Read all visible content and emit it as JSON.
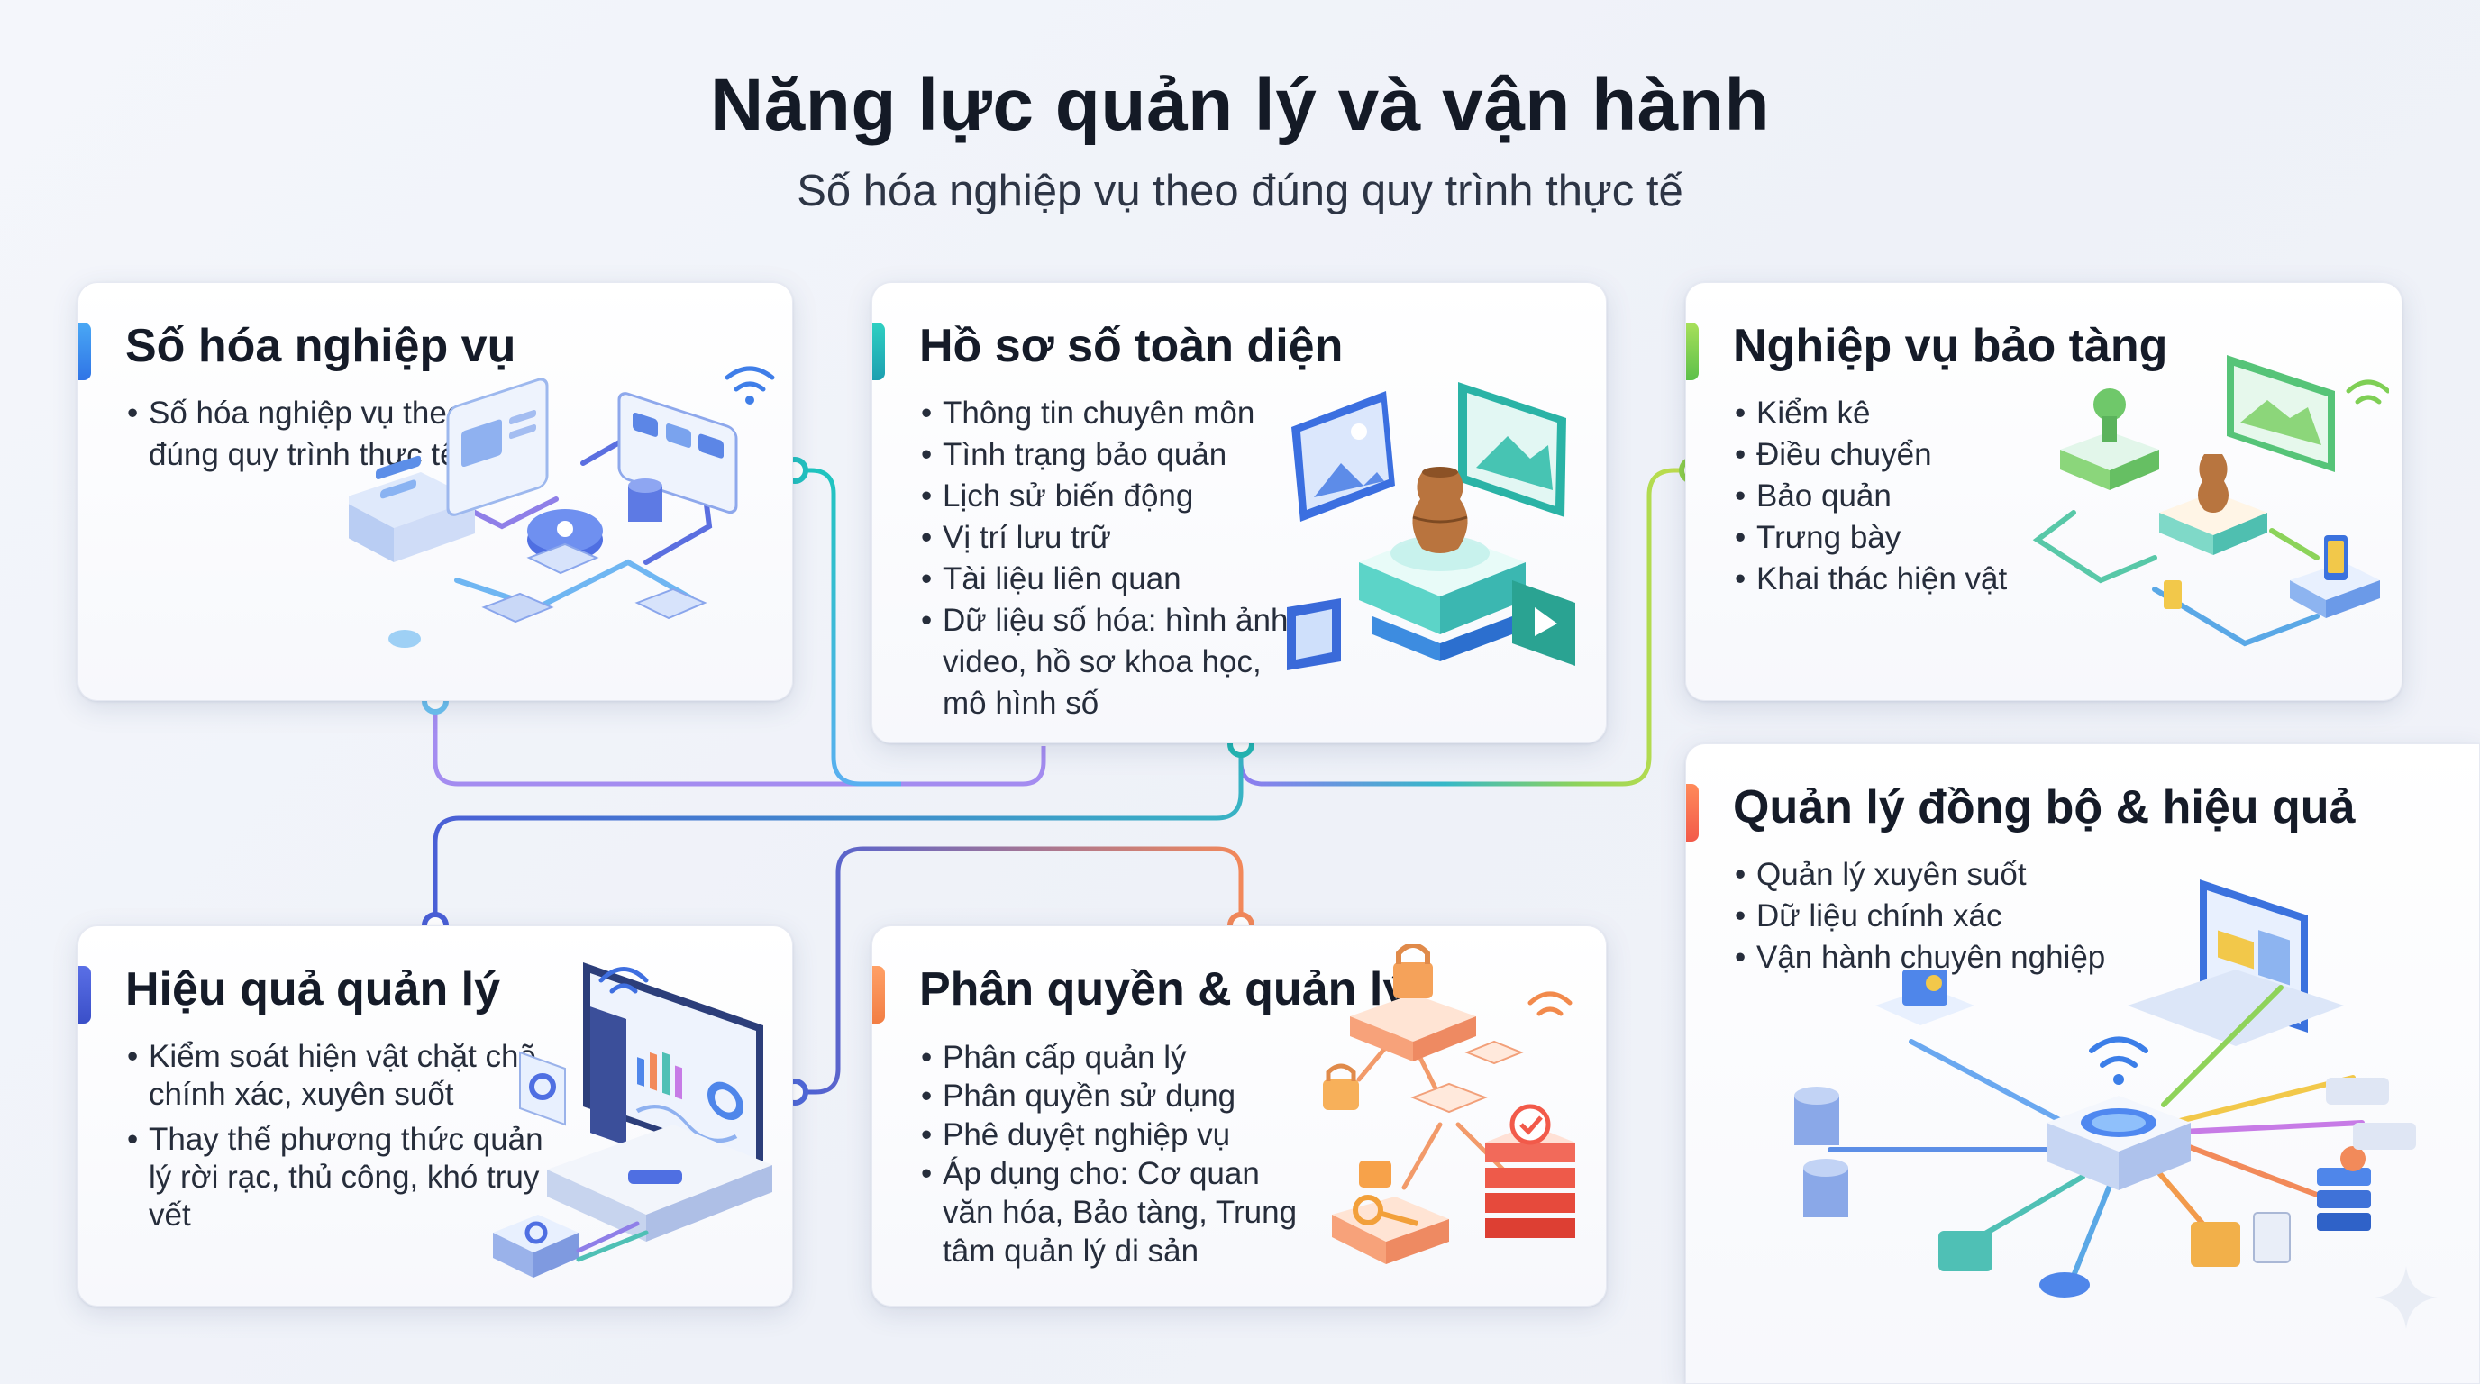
{
  "header": {
    "title": "Năng lực quản lý và vận hành",
    "subtitle": "Số hóa nghiệp vụ theo đúng quy trình thực tế"
  },
  "colors": {
    "blue": "#3b8bf0",
    "teal": "#21b7b3",
    "green": "#86d14a",
    "indigo": "#4a5fd6",
    "orange": "#f28a4c",
    "coral": "#f56f52"
  },
  "cards": {
    "digitize": {
      "title": "Số hóa nghiệp vụ",
      "items": [
        "Số hóa nghiệp vụ theo đúng quy trình thực tế"
      ],
      "icon": "workflow-illustration"
    },
    "records": {
      "title": "Hồ sơ số toàn diện",
      "items": [
        "Thông tin chuyên môn",
        "Tình trạng bảo quản",
        "Lịch sử biến động",
        "Vị trí lưu trữ",
        "Tài liệu liên quan",
        "Dữ liệu số hóa: hình ảnh, video, hồ sơ khoa học, mô hình số"
      ],
      "icon": "artifact-media-illustration"
    },
    "museum": {
      "title": "Nghiệp vụ bảo tàng",
      "items": [
        "Kiểm kê",
        "Điều chuyển",
        "Bảo quản",
        "Trưng bày",
        "Khai thác hiện vật"
      ],
      "icon": "museum-flow-illustration"
    },
    "sync": {
      "title": "Quản lý đồng bộ & hiệu quả",
      "items": [
        "Quản lý xuyên suốt",
        "Dữ liệu chính xác",
        "Vận hành chuyên nghiệp"
      ],
      "icon": "network-hub-illustration"
    },
    "efficiency": {
      "title": "Hiệu quả quản lý",
      "items": [
        "Kiểm soát hiện vật chặt chẽ, chính xác, xuyên suốt",
        "Thay thế phương thức quản lý rời rạc, thủ công, khó truy vết"
      ],
      "icon": "dashboard-illustration"
    },
    "permission": {
      "title": "Phân quyền & quản lý",
      "items": [
        "Phân cấp quản lý",
        "Phân quyền sử dụng",
        "Phê duyệt nghiệp vụ",
        "Áp dụng cho: Cơ quan văn hóa, Bảo tàng, Trung tâm quản lý di sản"
      ],
      "icon": "lock-permission-illustration"
    }
  }
}
